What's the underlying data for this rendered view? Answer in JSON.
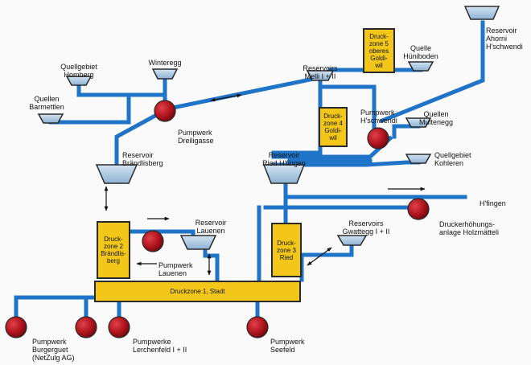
{
  "colors": {
    "pipe": "#1f74c8",
    "reservoir": "#a8c4e0",
    "pump": "#b0141c",
    "zone": "#f2c719",
    "outline": "#2a2a2a",
    "arrow": "#111111"
  },
  "icons": {
    "reservoir": "reservoir-icon",
    "pump": "pump-station-icon",
    "arrow": "flow-arrow-icon"
  },
  "labels": {
    "reservoir_ahorni": "Reservoir\nAhorni\nH'schwendi",
    "quellen_huniboden": "Quelle\nHüniboden",
    "reservoirs_melli": "Reservoirs\nMelli I + II",
    "winteregg": "Winteregg",
    "quellgebiet_homberg": "Quellgebiet\nHomberg",
    "quellen_barmettlen": "Quellen\nBarmettlen",
    "pumpwerk_dreiligasse": "Pumpwerk\nDreiligasse",
    "reservoir_brandlisberg": "Reservoir\nBrändlisberg",
    "pumpwerk_hschwendi": "Pumpwerk\nH'schwendi",
    "quellen_multenegg": "Quellen\nMultenegg",
    "quellgebiet_kohleren": "Quellgebiet\nKohleren",
    "reservoir_ried": "Reservoir\nRied H'fingen",
    "hfingen": "H'fingen",
    "druckerhoehung": "Druckerhöhungs-\nanlage Holzmätteli",
    "reservoir_lauenen": "Reservoir\nLauenen",
    "pumpwerk_lauenen": "Pumpwerk\nLauenen",
    "reservoirs_gwattegg": "Reservoirs\nGwattegg I + II",
    "pumpwerk_burgerguet": "Pumpwerk\nBurgerguet\n(NetZulg AG)",
    "pumpwerke_lerchenfeld": "Pumpwerke\nLerchenfeld I + II",
    "pumpwerk_seefeld": "Pumpwerk\nSeefeld"
  },
  "zones": {
    "zone5": "Druck-\nzone 5\noberes\nGoldi-\nwil",
    "zone4": "Druck-\nzone 4\nGoldi-\nwil",
    "zone2": "Druck-\nzone 2\nBrändlis-\nberg",
    "zone3": "Druck-\nzone 3\nRied",
    "zone1": "Druckzone 1, Stadt"
  }
}
